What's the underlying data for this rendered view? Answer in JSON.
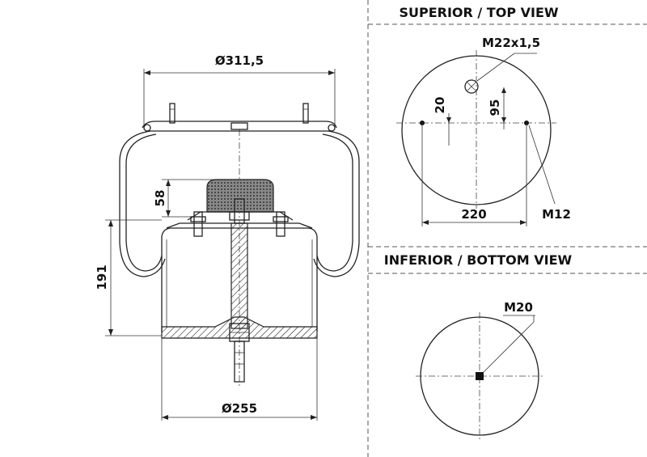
{
  "titles": {
    "top_view": "SUPERIOR / TOP VIEW",
    "bottom_view": "INFERIOR / BOTTOM VIEW"
  },
  "side_view": {
    "diameter_top": "Ø311,5",
    "height_piston": "58",
    "height_total": "191",
    "diameter_bottom": "Ø255"
  },
  "top_view": {
    "thread_center": "M22x1,5",
    "offset_20": "20",
    "offset_95": "95",
    "spacing_220": "220",
    "thread_side": "M12"
  },
  "bottom_view": {
    "thread_center": "M20"
  }
}
